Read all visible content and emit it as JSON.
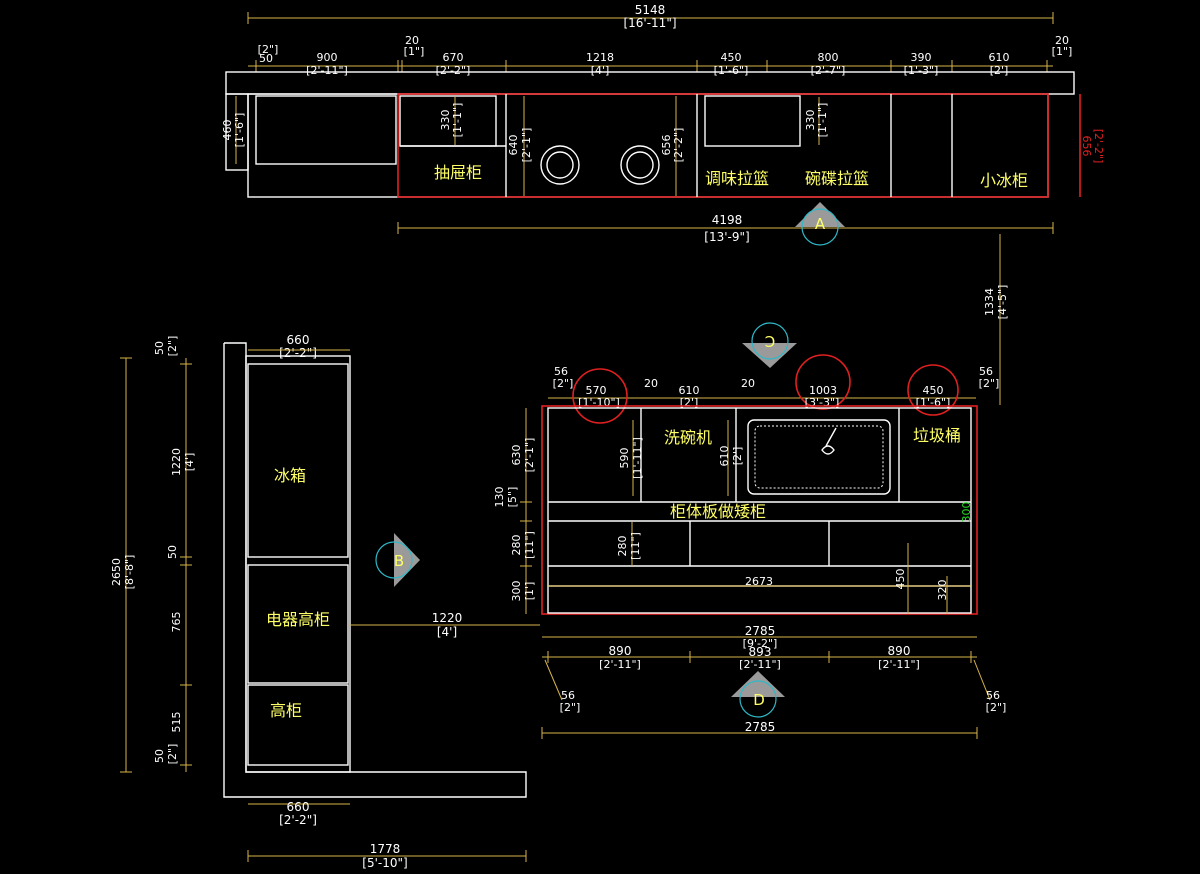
{
  "colors": {
    "background": "#000000",
    "line": "#ffffff",
    "dimension": "#d8b44a",
    "accent": "#e02020",
    "label": "#ffff66",
    "marker": "#2fb8c8"
  },
  "top_plan": {
    "overall": {
      "mm": "5148",
      "ftin": "[16'-11\"]"
    },
    "segments": [
      {
        "mm": "50",
        "ftin": "[2\"]"
      },
      {
        "mm": "900",
        "ftin": "[2'-11\"]"
      },
      {
        "mm": "20",
        "ftin": "[1\"]"
      },
      {
        "mm": "670",
        "ftin": "[2'-2\"]"
      },
      {
        "mm": "1218",
        "ftin": "[4']"
      },
      {
        "mm": "450",
        "ftin": "[1'-6\"]"
      },
      {
        "mm": "800",
        "ftin": "[2'-7\"]"
      },
      {
        "mm": "390",
        "ftin": "[1'-3\"]"
      },
      {
        "mm": "610",
        "ftin": "[2']"
      },
      {
        "mm": "20",
        "ftin": "[1\"]"
      }
    ],
    "depth_left": {
      "mm": "460",
      "ftin": "[1'-6\"]"
    },
    "depth_right": {
      "mm": "656",
      "ftin": "[2'-2\"]"
    },
    "drawer_depth": {
      "mm": "330",
      "ftin": "[1'-1\"]"
    },
    "hob_depth_a": {
      "mm": "640",
      "ftin": "[2'-1\"]"
    },
    "hob_depth_b": {
      "mm": "656",
      "ftin": "[2'-2\"]"
    },
    "basket_depth": {
      "mm": "330",
      "ftin": "[1'-1\"]"
    },
    "run_length": {
      "mm": "4198",
      "ftin": "[13'-9\"]"
    },
    "gap": {
      "mm": "1334",
      "ftin": "[4'-5\"]"
    },
    "labels": {
      "drawer": "抽屉柜",
      "spice": "调味拉篮",
      "dish": "碗碟拉篮",
      "fridge_small": "小冰柜"
    }
  },
  "markers": {
    "a": "A",
    "b": "B",
    "c": "C",
    "d": "D"
  },
  "tall_unit": {
    "top_width": {
      "mm": "660",
      "ftin": "[2'-2\"]"
    },
    "bottom_width": {
      "mm": "660",
      "ftin": "[2'-2\"]"
    },
    "overall_width": {
      "mm": "1778",
      "ftin": "[5'-10\"]"
    },
    "total_height": {
      "mm": "2650",
      "ftin": "[8'-8\"]"
    },
    "v_segments": [
      {
        "mm": "50",
        "ftin": "[2\"]"
      },
      {
        "mm": "1220",
        "ftin": "[4']"
      },
      {
        "mm": "50",
        "ftin": ""
      },
      {
        "mm": "765",
        "ftin": ""
      },
      {
        "mm": "515",
        "ftin": ""
      },
      {
        "mm": "50",
        "ftin": "[2\"]"
      }
    ],
    "labels": {
      "fridge": "冰箱",
      "appliance": "电器高柜",
      "tall": "高柜"
    },
    "aisle": {
      "mm": "1220",
      "ftin": "[4']"
    }
  },
  "bottom_elev": {
    "top_segments": [
      {
        "mm": "56",
        "ftin": "[2\"]"
      },
      {
        "mm": "570",
        "ftin": "[1'-10\"]"
      },
      {
        "mm": "20",
        "ftin": ""
      },
      {
        "mm": "610",
        "ftin": "[2']"
      },
      {
        "mm": "20",
        "ftin": ""
      },
      {
        "mm": "1003",
        "ftin": "[3'-3\"]"
      },
      {
        "mm": "450",
        "ftin": "[1'-6\"]"
      },
      {
        "mm": "56",
        "ftin": "[2\"]"
      }
    ],
    "left_dims": [
      {
        "mm": "630",
        "ftin": "[2'-1\"]"
      },
      {
        "mm": "130",
        "ftin": "[5\"]"
      },
      {
        "mm": "280",
        "ftin": "[11\"]"
      },
      {
        "mm": "300",
        "ftin": "[1']"
      }
    ],
    "inner_dims": {
      "d590": {
        "mm": "590",
        "ftin": "[1'-11\"]"
      },
      "d610": {
        "mm": "610",
        "ftin": "[2']"
      },
      "d280": {
        "mm": "280",
        "ftin": "[11\"]"
      },
      "d2673": {
        "mm": "2673"
      },
      "d450": {
        "mm": "450"
      },
      "d320": {
        "mm": "320"
      }
    },
    "labels": {
      "dishwasher": "洗碗机",
      "trash": "垃圾桶",
      "panel": "柜体板做矮柜"
    },
    "green_text": "300",
    "width_total": {
      "mm": "2785"
    },
    "width_total_ftin": "[9'-2\"]",
    "thirds": [
      {
        "mm": "890",
        "ftin": "[2'-11\"]"
      },
      {
        "mm": "893",
        "ftin": "[2'-11\"]"
      },
      {
        "mm": "890",
        "ftin": "[2'-11\"]"
      }
    ],
    "end_left": {
      "mm": "56",
      "ftin": "[2\"]"
    },
    "end_right": {
      "mm": "56",
      "ftin": "[2\"]"
    },
    "overall_bottom": {
      "mm": "2785"
    }
  }
}
